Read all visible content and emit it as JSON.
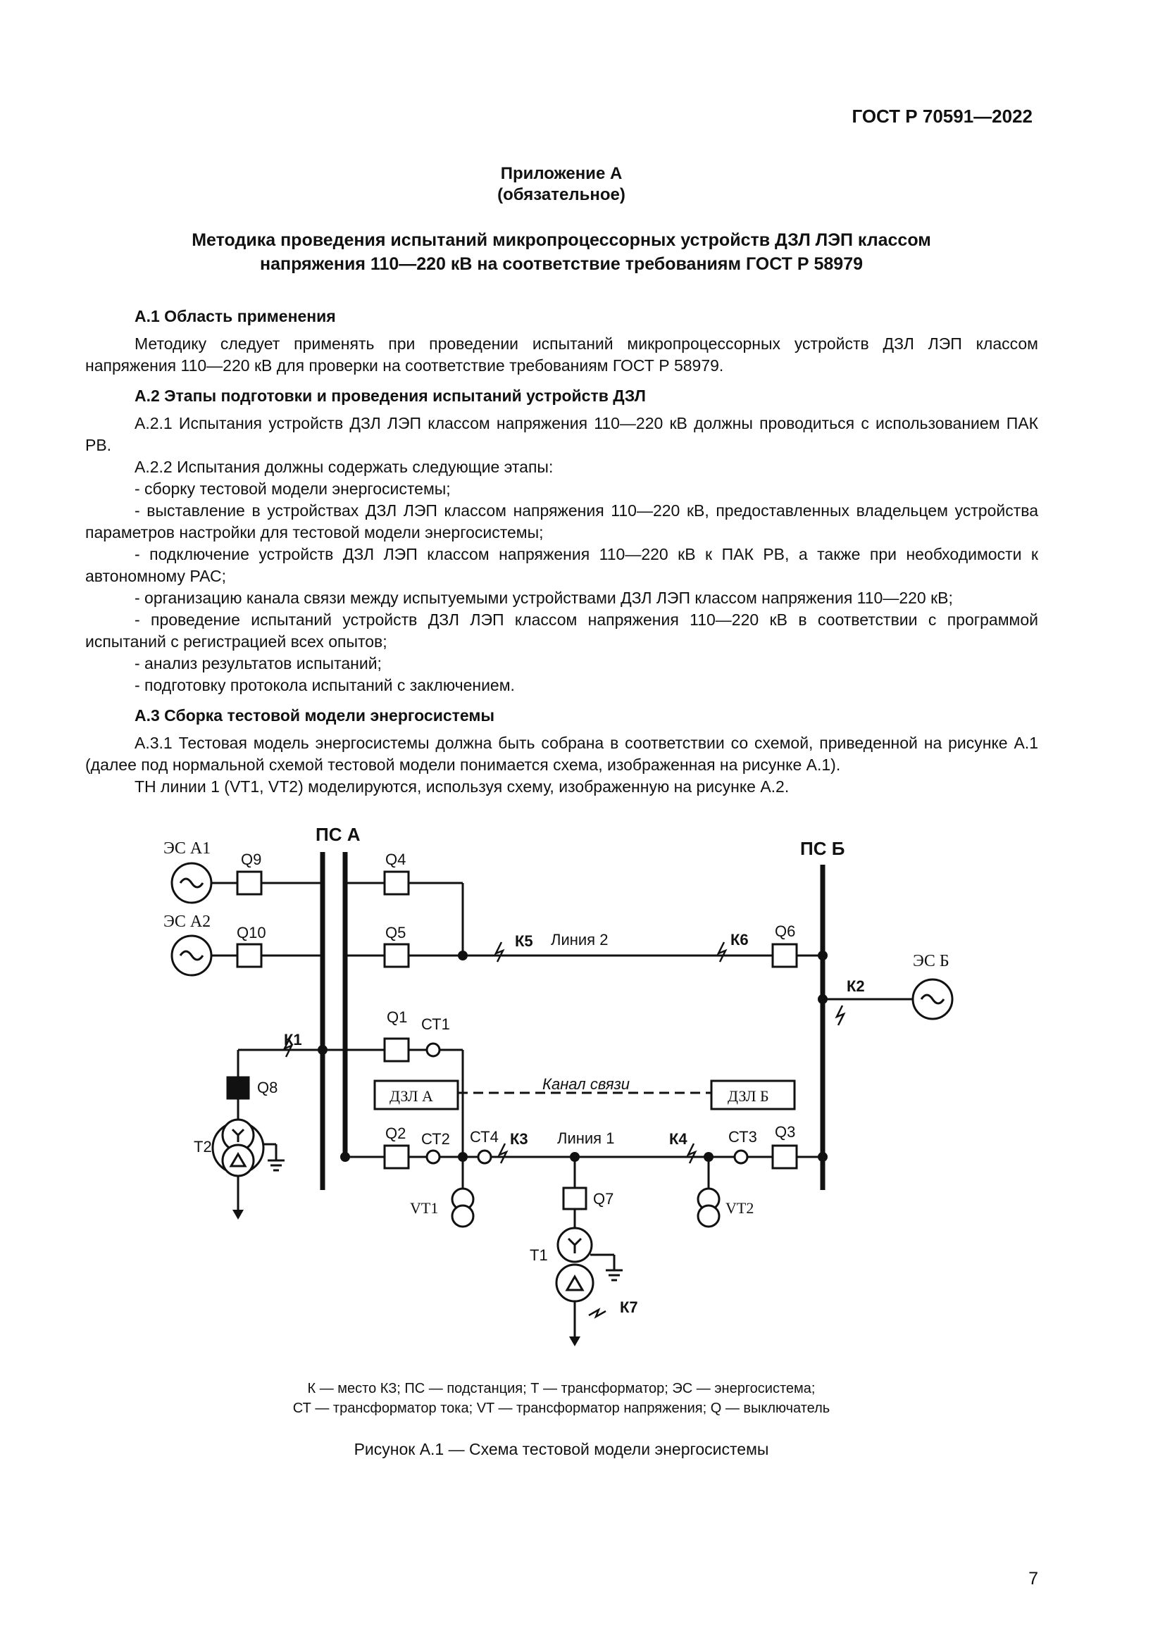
{
  "header": {
    "code": "ГОСТ Р 70591—2022"
  },
  "annex": {
    "title": "Приложение А",
    "subtitle": "(обязательное)"
  },
  "doc_title": {
    "line1": "Методика проведения испытаний микропроцессорных устройств ДЗЛ ЛЭП классом",
    "line2": "напряжения 110—220 кВ на соответствие требованиям ГОСТ Р 58979"
  },
  "sections": {
    "a1_heading": "А.1 Область применения",
    "a1_p1": "Методику следует применять при проведении испытаний микропроцессорных устройств ДЗЛ ЛЭП классом напряжения 110—220 кВ для проверки на соответствие требованиям ГОСТ Р 58979.",
    "a2_heading": "А.2 Этапы подготовки и проведения испытаний устройств ДЗЛ",
    "a2_p1": "А.2.1 Испытания устройств ДЗЛ ЛЭП классом напряжения 110—220 кВ должны проводиться с использованием ПАК РВ.",
    "a2_p2": "А.2.2 Испытания должны содержать следующие этапы:",
    "a2_items": [
      "- сборку тестовой модели энергосистемы;",
      "- выставление в устройствах ДЗЛ ЛЭП классом напряжения 110—220 кВ, предоставленных владельцем устройства параметров настройки для тестовой модели энергосистемы;",
      "- подключение устройств ДЗЛ ЛЭП классом напряжения 110—220 кВ к ПАК РВ, а также при необходимости к автономному РАС;",
      "- организацию канала связи между испытуемыми устройствами ДЗЛ ЛЭП классом напряжения 110—220 кВ;",
      "- проведение испытаний устройств ДЗЛ ЛЭП классом напряжения 110—220 кВ в соответствии с программой испытаний с регистрацией всех опытов;",
      "- анализ результатов испытаний;",
      "- подготовку протокола испытаний с заключением."
    ],
    "a3_heading": "А.3 Сборка тестовой модели энергосистемы",
    "a3_p1": "А.3.1 Тестовая модель энергосистемы должна быть собрана в соответствии со схемой, приведенной на рисунке А.1 (далее под нормальной схемой тестовой модели понимается схема, изображенная на рисунке А.1).",
    "a3_p2": "ТН линии 1 (VT1, VT2) моделируются, используя схему, изображенную на рисунке А.2."
  },
  "figure": {
    "labels": {
      "ps_a": "ПС А",
      "ps_b": "ПС Б",
      "es_a1": "ЭС А1",
      "es_a2": "ЭС А2",
      "es_b": "ЭС Б",
      "q9": "Q9",
      "q10": "Q10",
      "q4": "Q4",
      "q5": "Q5",
      "q6": "Q6",
      "q1": "Q1",
      "q2": "Q2",
      "q3": "Q3",
      "q7": "Q7",
      "q8": "Q8",
      "ct1": "СТ1",
      "ct2": "СТ2",
      "ct3": "СТ3",
      "ct4": "СТ4",
      "k1": "К1",
      "k2": "К2",
      "k3": "К3",
      "k4": "К4",
      "k5": "К5",
      "k6": "К6",
      "k7": "К7",
      "line1": "Линия 1",
      "line2": "Линия 2",
      "dzl_a": "ДЗЛ А",
      "dzl_b": "ДЗЛ Б",
      "channel": "Канал связи",
      "t1": "Т1",
      "t2": "Т2",
      "vt1": "VT1",
      "vt2": "VT2"
    },
    "legend_line1": "К — место КЗ; ПС — подстанция; Т — трансформатор; ЭС — энергосистема;",
    "legend_line2": "СТ — трансформатор тока; VT — трансформатор напряжения; Q — выключатель",
    "caption": "Рисунок А.1 — Схема тестовой модели энергосистемы"
  },
  "page_number": "7"
}
